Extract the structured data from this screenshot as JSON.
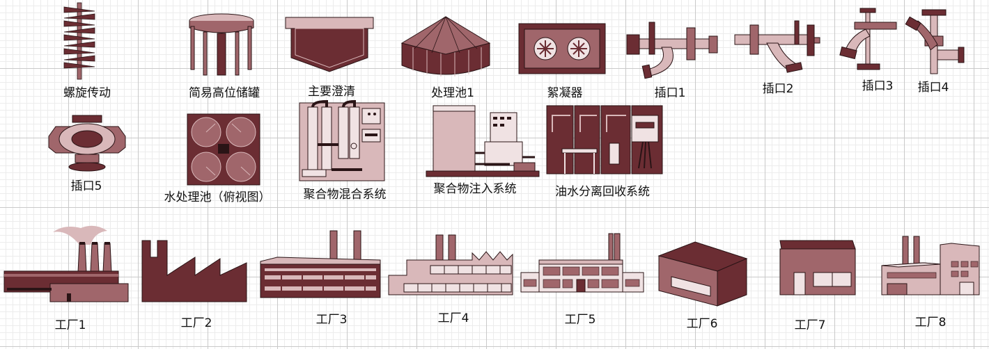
{
  "colors": {
    "dark": "#6b2d33",
    "mid": "#a0666b",
    "light": "#d9b8ba",
    "pale": "#f0e2e3",
    "stroke": "#2a1416"
  },
  "row1": [
    {
      "label": "螺旋传动",
      "icon": "spiral-conveyor-icon"
    },
    {
      "label": "简易高位储罐",
      "icon": "elevated-tank-icon"
    },
    {
      "label": "主要澄清",
      "icon": "primary-clarifier-icon"
    },
    {
      "label": "处理池1",
      "icon": "treatment-tank-icon"
    },
    {
      "label": "絮凝器",
      "icon": "flocculator-icon"
    },
    {
      "label": "插口1",
      "icon": "pipe-connector-icon"
    },
    {
      "label": "插口2",
      "icon": "pipe-connector-icon"
    },
    {
      "label": "插口3",
      "icon": "pipe-connector-icon"
    },
    {
      "label": "插口4",
      "icon": "pipe-connector-icon"
    }
  ],
  "row2": [
    {
      "label": "插口5",
      "icon": "pipe-connector-icon"
    },
    {
      "label": "水处理池（俯视图）",
      "icon": "water-tank-top-view-icon"
    },
    {
      "label": "聚合物混合系统",
      "icon": "polymer-mixing-system-icon"
    },
    {
      "label": "聚合物注入系统",
      "icon": "polymer-injection-system-icon"
    },
    {
      "label": "油水分离回收系统",
      "icon": "oil-water-separator-icon"
    }
  ],
  "row3": [
    {
      "label": "工厂1",
      "icon": "factory-icon"
    },
    {
      "label": "工厂2",
      "icon": "factory-icon"
    },
    {
      "label": "工厂3",
      "icon": "factory-icon"
    },
    {
      "label": "工厂4",
      "icon": "factory-icon"
    },
    {
      "label": "工厂5",
      "icon": "factory-icon"
    },
    {
      "label": "工厂6",
      "icon": "factory-icon"
    },
    {
      "label": "工厂7",
      "icon": "factory-icon"
    },
    {
      "label": "工厂8",
      "icon": "factory-icon"
    }
  ]
}
